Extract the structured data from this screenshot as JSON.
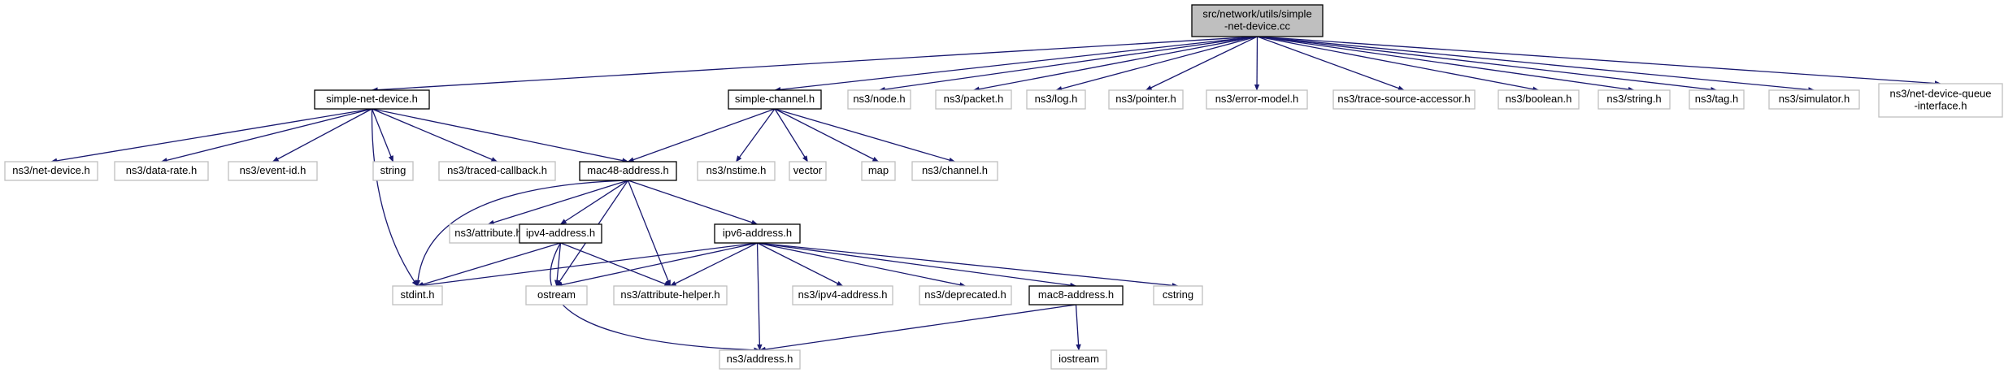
{
  "graph": {
    "root": "src/network/utils/simple-net-device.cc",
    "nodes": [
      {
        "id": "root",
        "label": [
          "src/network/utils/simple",
          "-net-device.cc"
        ],
        "kind": "root"
      },
      {
        "id": "snd",
        "label": [
          "simple-net-device.h"
        ],
        "kind": "documented"
      },
      {
        "id": "sch",
        "label": [
          "simple-channel.h"
        ],
        "kind": "documented"
      },
      {
        "id": "node",
        "label": [
          "ns3/node.h"
        ],
        "kind": "external"
      },
      {
        "id": "packet",
        "label": [
          "ns3/packet.h"
        ],
        "kind": "external"
      },
      {
        "id": "log",
        "label": [
          "ns3/log.h"
        ],
        "kind": "external"
      },
      {
        "id": "pointer",
        "label": [
          "ns3/pointer.h"
        ],
        "kind": "external"
      },
      {
        "id": "errmodel",
        "label": [
          "ns3/error-model.h"
        ],
        "kind": "external"
      },
      {
        "id": "tsa",
        "label": [
          "ns3/trace-source-accessor.h"
        ],
        "kind": "external"
      },
      {
        "id": "boolean",
        "label": [
          "ns3/boolean.h"
        ],
        "kind": "external"
      },
      {
        "id": "string3",
        "label": [
          "ns3/string.h"
        ],
        "kind": "external"
      },
      {
        "id": "tag",
        "label": [
          "ns3/tag.h"
        ],
        "kind": "external"
      },
      {
        "id": "simulator",
        "label": [
          "ns3/simulator.h"
        ],
        "kind": "external"
      },
      {
        "id": "ndqi",
        "label": [
          "ns3/net-device-queue",
          "-interface.h"
        ],
        "kind": "external"
      },
      {
        "id": "netdev",
        "label": [
          "ns3/net-device.h"
        ],
        "kind": "external"
      },
      {
        "id": "datarate",
        "label": [
          "ns3/data-rate.h"
        ],
        "kind": "external"
      },
      {
        "id": "eventid",
        "label": [
          "ns3/event-id.h"
        ],
        "kind": "external"
      },
      {
        "id": "string",
        "label": [
          "string"
        ],
        "kind": "external"
      },
      {
        "id": "tracedcb",
        "label": [
          "ns3/traced-callback.h"
        ],
        "kind": "external"
      },
      {
        "id": "mac48",
        "label": [
          "mac48-address.h"
        ],
        "kind": "documented"
      },
      {
        "id": "nstime",
        "label": [
          "ns3/nstime.h"
        ],
        "kind": "external"
      },
      {
        "id": "vector",
        "label": [
          "vector"
        ],
        "kind": "external"
      },
      {
        "id": "map",
        "label": [
          "map"
        ],
        "kind": "external"
      },
      {
        "id": "channel",
        "label": [
          "ns3/channel.h"
        ],
        "kind": "external"
      },
      {
        "id": "attribute",
        "label": [
          "ns3/attribute.h"
        ],
        "kind": "external"
      },
      {
        "id": "ipv4",
        "label": [
          "ipv4-address.h"
        ],
        "kind": "documented"
      },
      {
        "id": "ipv6",
        "label": [
          "ipv6-address.h"
        ],
        "kind": "documented"
      },
      {
        "id": "stdint",
        "label": [
          "stdint.h"
        ],
        "kind": "external"
      },
      {
        "id": "ostream",
        "label": [
          "ostream"
        ],
        "kind": "external"
      },
      {
        "id": "attrhelper",
        "label": [
          "ns3/attribute-helper.h"
        ],
        "kind": "external"
      },
      {
        "id": "ns3ipv4",
        "label": [
          "ns3/ipv4-address.h"
        ],
        "kind": "external"
      },
      {
        "id": "deprecated",
        "label": [
          "ns3/deprecated.h"
        ],
        "kind": "external"
      },
      {
        "id": "mac8",
        "label": [
          "mac8-address.h"
        ],
        "kind": "documented"
      },
      {
        "id": "cstring",
        "label": [
          "cstring"
        ],
        "kind": "external"
      },
      {
        "id": "address",
        "label": [
          "ns3/address.h"
        ],
        "kind": "external"
      },
      {
        "id": "iostream",
        "label": [
          "iostream"
        ],
        "kind": "external"
      }
    ],
    "edges": [
      [
        "root",
        "snd"
      ],
      [
        "root",
        "sch"
      ],
      [
        "root",
        "node"
      ],
      [
        "root",
        "packet"
      ],
      [
        "root",
        "log"
      ],
      [
        "root",
        "pointer"
      ],
      [
        "root",
        "errmodel"
      ],
      [
        "root",
        "tsa"
      ],
      [
        "root",
        "boolean"
      ],
      [
        "root",
        "string3"
      ],
      [
        "root",
        "tag"
      ],
      [
        "root",
        "simulator"
      ],
      [
        "root",
        "ndqi"
      ],
      [
        "snd",
        "netdev"
      ],
      [
        "snd",
        "datarate"
      ],
      [
        "snd",
        "eventid"
      ],
      [
        "snd",
        "string"
      ],
      [
        "snd",
        "tracedcb"
      ],
      [
        "snd",
        "mac48"
      ],
      [
        "snd",
        "stdint"
      ],
      [
        "sch",
        "mac48"
      ],
      [
        "sch",
        "nstime"
      ],
      [
        "sch",
        "vector"
      ],
      [
        "sch",
        "map"
      ],
      [
        "sch",
        "channel"
      ],
      [
        "mac48",
        "attribute"
      ],
      [
        "mac48",
        "ipv4"
      ],
      [
        "mac48",
        "ipv6"
      ],
      [
        "mac48",
        "stdint"
      ],
      [
        "mac48",
        "ostream"
      ],
      [
        "mac48",
        "attrhelper"
      ],
      [
        "ipv4",
        "stdint"
      ],
      [
        "ipv4",
        "ostream"
      ],
      [
        "ipv4",
        "attrhelper"
      ],
      [
        "ipv4",
        "address"
      ],
      [
        "ipv6",
        "stdint"
      ],
      [
        "ipv6",
        "ostream"
      ],
      [
        "ipv6",
        "attrhelper"
      ],
      [
        "ipv6",
        "ns3ipv4"
      ],
      [
        "ipv6",
        "deprecated"
      ],
      [
        "ipv6",
        "mac8"
      ],
      [
        "ipv6",
        "cstring"
      ],
      [
        "ipv6",
        "address"
      ],
      [
        "mac8",
        "address"
      ],
      [
        "mac8",
        "iostream"
      ]
    ]
  },
  "colors": {
    "edge": "#191970",
    "root_fill": "#bfbfbf",
    "documented_border": "#000000",
    "external_border": "#bfbfbf"
  }
}
